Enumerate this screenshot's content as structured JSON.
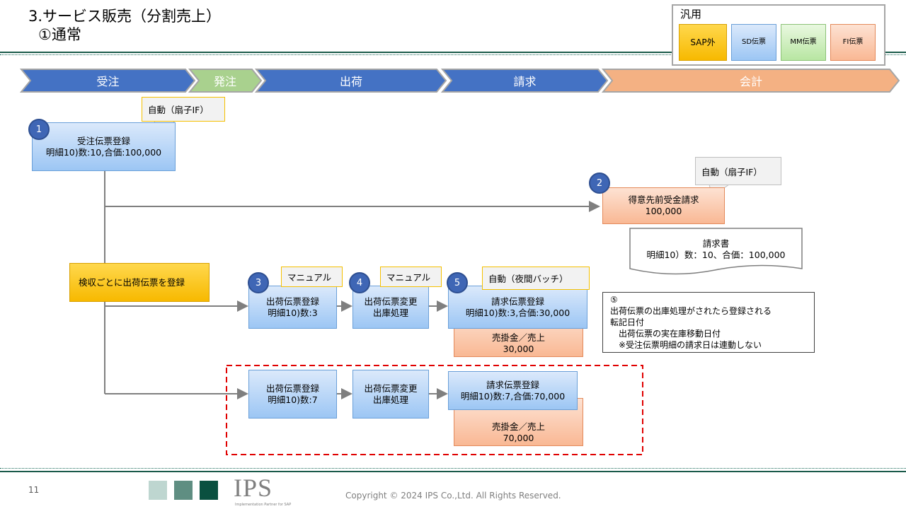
{
  "title": {
    "line1": "3.サービス販売（分割売上）",
    "line2": "①通常"
  },
  "legend": {
    "title": "汎用",
    "items": [
      "SAP外",
      "SD伝票",
      "MM伝票",
      "FI伝票"
    ]
  },
  "phases": [
    "受注",
    "発注",
    "出荷",
    "請求",
    "会計"
  ],
  "colors": {
    "phase_blue": "#4472c4",
    "phase_green": "#a9d18e",
    "phase_orange": "#f4b183",
    "step_circle": "#3f66b5",
    "dashed_frame": "#e00000"
  },
  "steps": {
    "s1": {
      "num": "1",
      "line1": "受注伝票登録",
      "line2": "明細10)数:10,合価:100,000",
      "callout": "自動（扇子IF）"
    },
    "s2": {
      "num": "2",
      "line1": "得意先前受金請求",
      "line2": "100,000",
      "callout": "自動（扇子IF）"
    },
    "doc": {
      "line1": "請求書",
      "line2": "明細10）数：10、合価：100,000"
    },
    "note": "検収ごとに出荷伝票を登録",
    "s3": {
      "num": "3",
      "line1": "出荷伝票登録",
      "line2": "明細10)数:3",
      "callout": "マニュアル"
    },
    "s4": {
      "num": "4",
      "line1": "出荷伝票変更",
      "line2": "出庫処理",
      "callout": "マニュアル"
    },
    "s5": {
      "num": "5",
      "line1": "請求伝票登録",
      "line2": "明細10)数:3,合価:30,000",
      "callout": "自動（夜間バッチ）"
    },
    "fi1": {
      "line1": "売掛金／売上",
      "line2": "30,000"
    },
    "r2a": {
      "line1": "出荷伝票登録",
      "line2": "明細10)数:7"
    },
    "r2b": {
      "line1": "出荷伝票変更",
      "line2": "出庫処理"
    },
    "r2c": {
      "line1": "請求伝票登録",
      "line2": "明細10)数:7,合価:70,000"
    },
    "fi2": {
      "line1": "売掛金／売上",
      "line2": "70,000"
    }
  },
  "remark": [
    "⑤",
    "出荷伝票の出庫処理がされたら登録される",
    "転記日付",
    "　出荷伝票の実在庫移動日付",
    "　※受注伝票明細の請求日は連動しない"
  ],
  "footer": {
    "page": "11",
    "logo": "IPS",
    "logo_sub": "Implementation Partner for SAP",
    "copyright": "Copyright © 2024 IPS Co.,Ltd. All Rights Reserved."
  }
}
